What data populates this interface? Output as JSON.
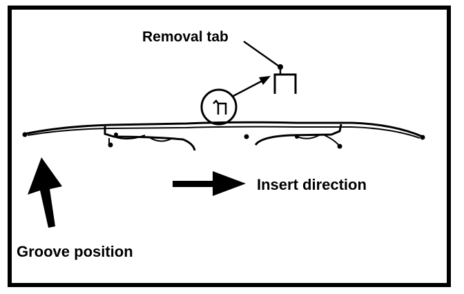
{
  "diagram": {
    "labels": {
      "removal_tab": "Removal tab",
      "insert_direction": "Insert direction",
      "groove_position": "Groove position"
    },
    "colors": {
      "ink": "#000000",
      "background": "#ffffff"
    }
  }
}
